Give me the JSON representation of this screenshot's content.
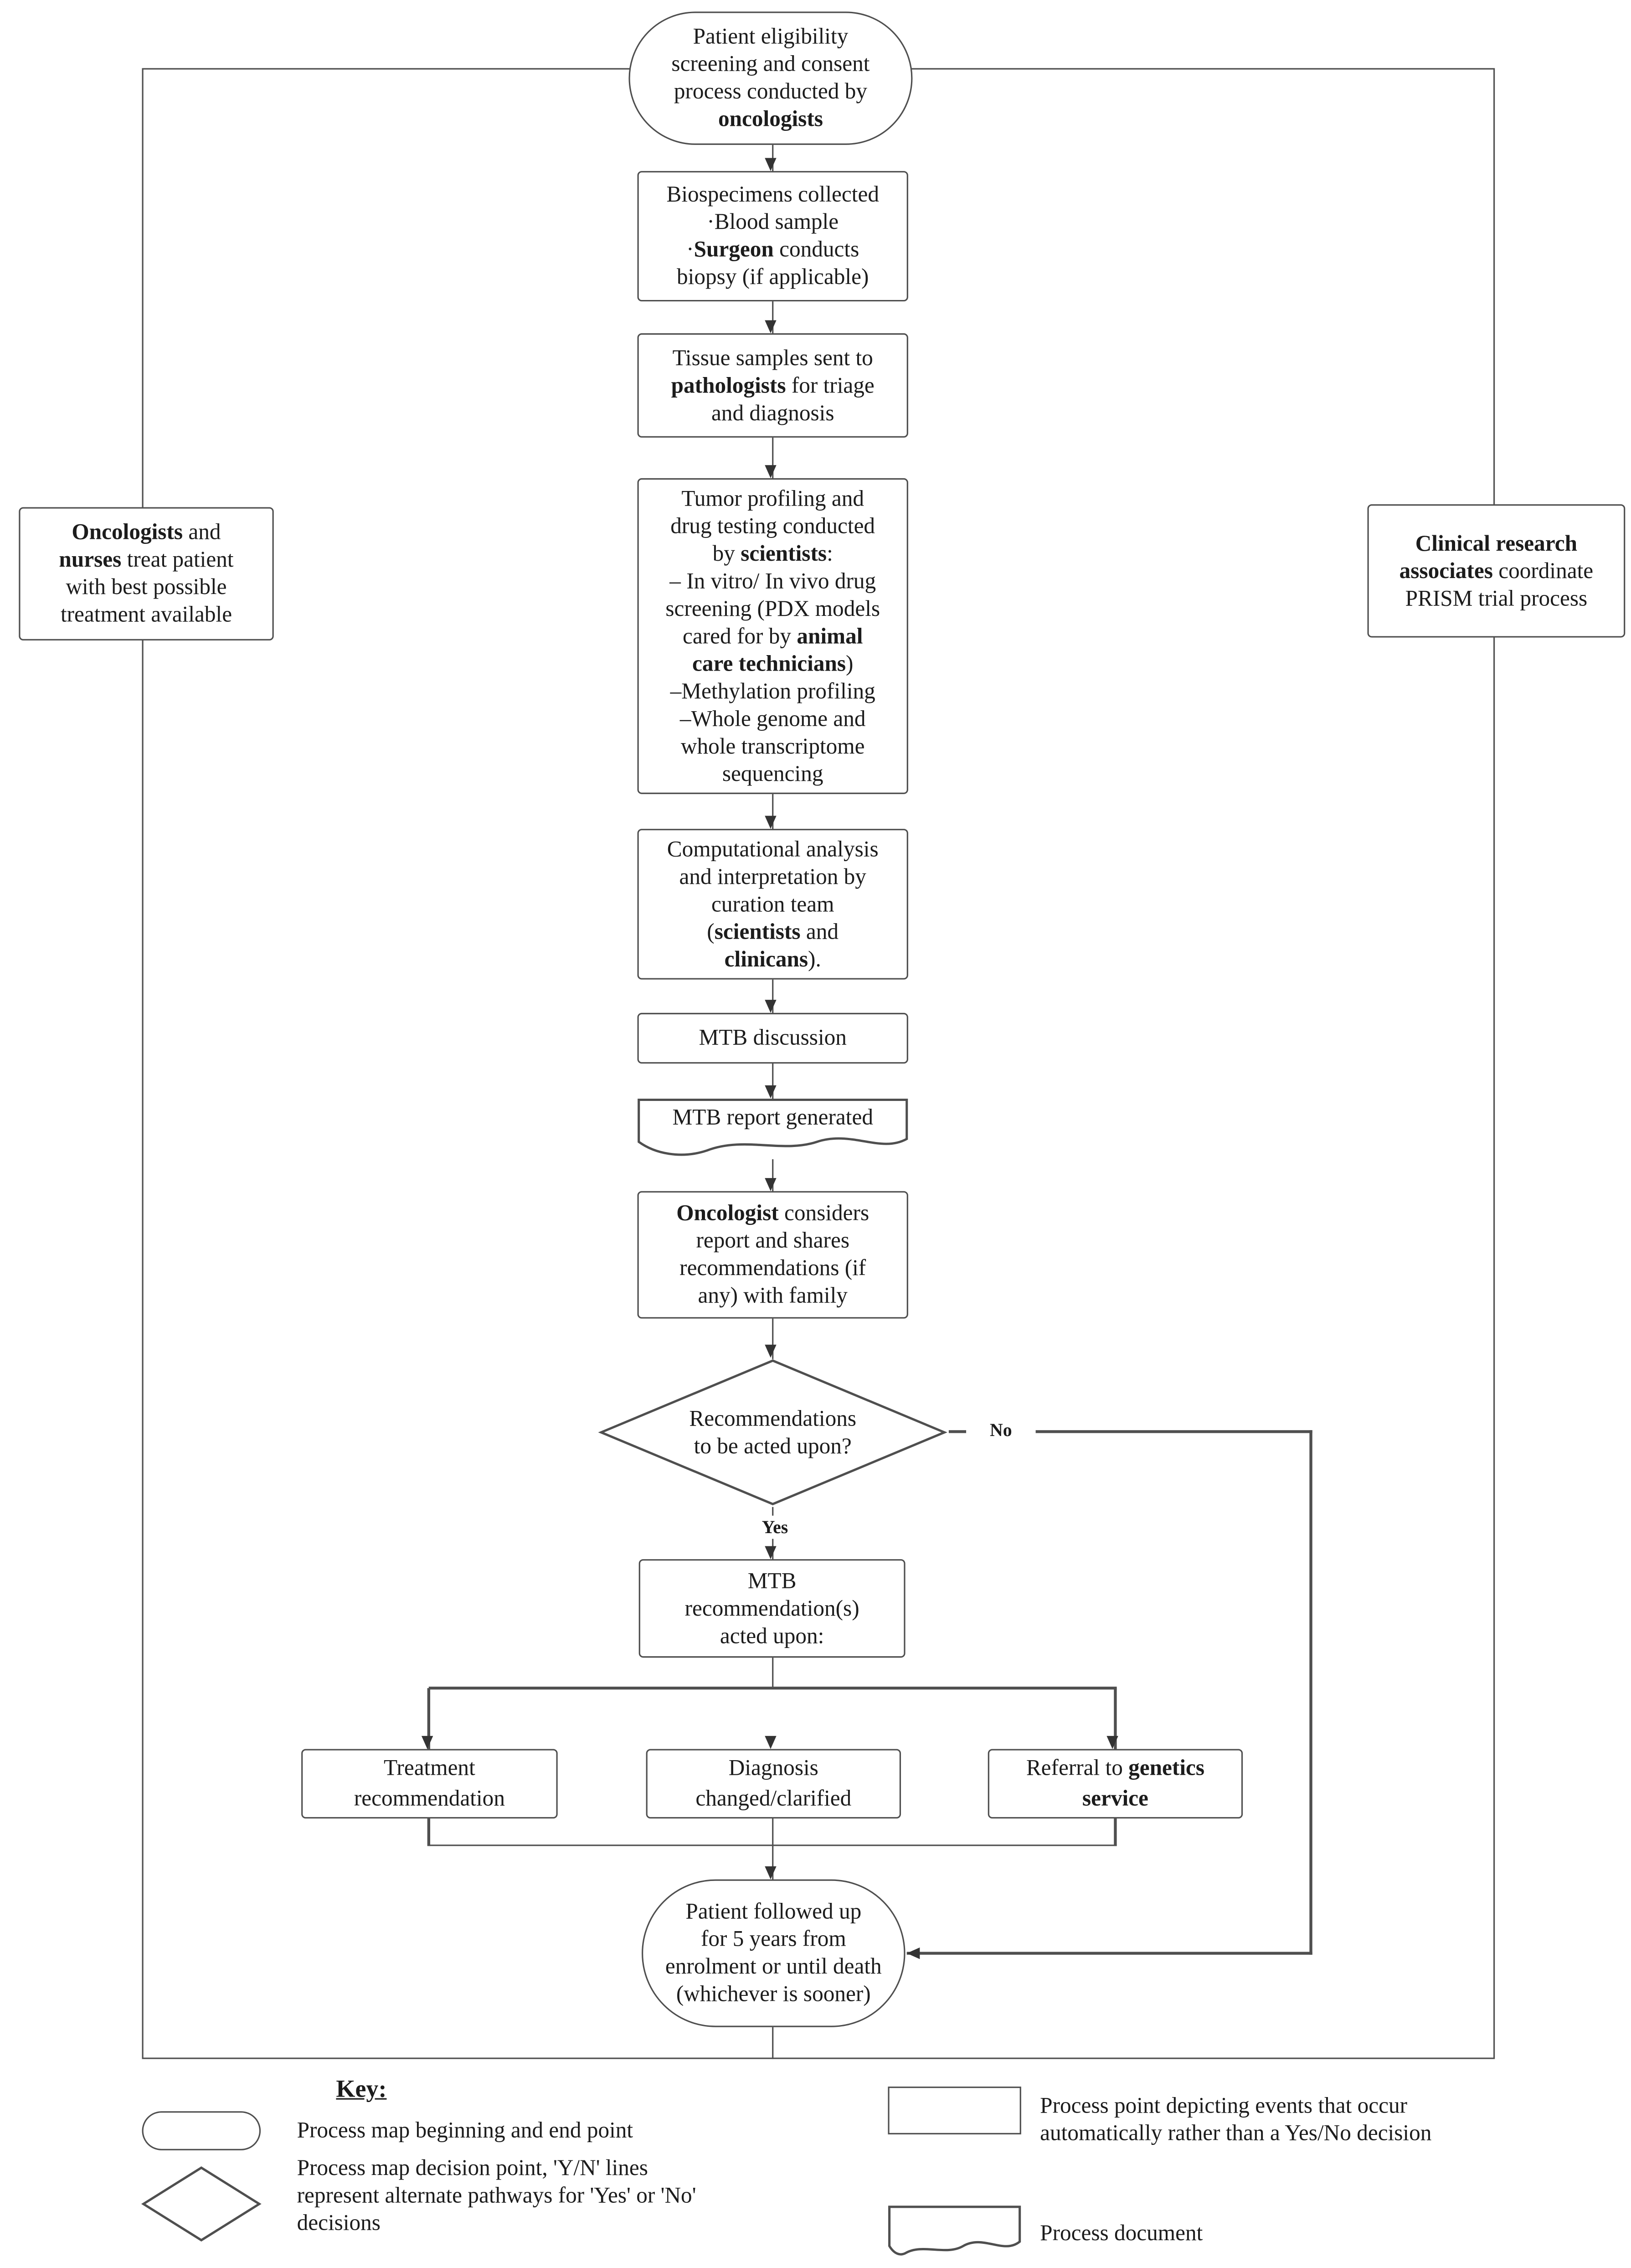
{
  "colors": {
    "line": "#4f4f4f",
    "text": "#1c1c1c",
    "background": "#ffffff",
    "arrow": "#333333"
  },
  "nodes": {
    "start": {
      "shape": "terminator",
      "lines": [
        [
          "Patient eligibility"
        ],
        [
          "screening and consent"
        ],
        [
          "process conducted by"
        ],
        [
          {
            "t": "oncologists",
            "b": true
          }
        ]
      ]
    },
    "biospecimens": {
      "shape": "process",
      "lines": [
        [
          "Biospecimens collected"
        ],
        [
          "·Blood sample"
        ],
        [
          "·",
          {
            "t": "Surgeon",
            "b": true
          },
          " conducts"
        ],
        [
          "biopsy (if applicable)"
        ]
      ]
    },
    "tissue": {
      "shape": "process",
      "lines": [
        [
          "Tissue samples sent to"
        ],
        [
          {
            "t": "pathologists",
            "b": true
          },
          " for triage"
        ],
        [
          "and diagnosis"
        ]
      ]
    },
    "tumor": {
      "shape": "process",
      "lines": [
        [
          "Tumor profiling and"
        ],
        [
          "drug testing conducted"
        ],
        [
          "by ",
          {
            "t": "scientists",
            "b": true
          },
          ":"
        ],
        [
          "– In vitro/ In vivo drug"
        ],
        [
          "screening (PDX models"
        ],
        [
          "cared for by ",
          {
            "t": "animal",
            "b": true
          }
        ],
        [
          {
            "t": "care technicians",
            "b": true
          },
          ")"
        ],
        [
          "–Methylation profiling"
        ],
        [
          "–Whole genome and"
        ],
        [
          "whole transcriptome"
        ],
        [
          "sequencing"
        ]
      ]
    },
    "computational": {
      "shape": "process",
      "lines": [
        [
          "Computational analysis"
        ],
        [
          "and interpretation by"
        ],
        [
          "curation team"
        ],
        [
          "(",
          {
            "t": "scientists",
            "b": true
          },
          " and"
        ],
        [
          {
            "t": "clinicans",
            "b": true
          },
          ")."
        ]
      ]
    },
    "mtb_discussion": {
      "shape": "process",
      "lines": [
        [
          "MTB discussion"
        ]
      ]
    },
    "mtb_report": {
      "shape": "document",
      "lines": [
        [
          "MTB report generated"
        ]
      ]
    },
    "oncologist_considers": {
      "shape": "process",
      "lines": [
        [
          {
            "t": "Oncologist",
            "b": true
          },
          " considers"
        ],
        [
          "report and shares"
        ],
        [
          "recommendations (if"
        ],
        [
          "any) with family"
        ]
      ]
    },
    "decision": {
      "shape": "decision",
      "lines": [
        [
          "Recommendations"
        ],
        [
          "to be acted upon?"
        ]
      ]
    },
    "mtb_recommendation": {
      "shape": "process",
      "lines": [
        [
          "MTB"
        ],
        [
          "recommendation(s)"
        ],
        [
          "acted upon:"
        ]
      ]
    },
    "treatment": {
      "shape": "process",
      "lines": [
        [
          "Treatment"
        ],
        [
          "recommendation"
        ]
      ]
    },
    "diagnosis": {
      "shape": "process",
      "lines": [
        [
          "Diagnosis"
        ],
        [
          "changed/clarified"
        ]
      ]
    },
    "referral": {
      "shape": "process",
      "lines": [
        [
          "Referral to ",
          {
            "t": "genetics",
            "b": true
          }
        ],
        [
          {
            "t": "service",
            "b": true
          }
        ]
      ]
    },
    "end": {
      "shape": "terminator",
      "lines": [
        [
          "Patient followed up"
        ],
        [
          "for 5 years from"
        ],
        [
          "enrolment or until death"
        ],
        [
          "(whichever is sooner)"
        ]
      ]
    },
    "oncologists_nurses": {
      "shape": "process",
      "lines": [
        [
          {
            "t": "Oncologists",
            "b": true
          },
          " and"
        ],
        [
          {
            "t": "nurses",
            "b": true
          },
          " treat patient"
        ],
        [
          "with best possible"
        ],
        [
          "treatment available"
        ]
      ]
    },
    "clinical_research": {
      "shape": "process",
      "lines": [
        [
          {
            "t": "Clinical research",
            "b": true
          }
        ],
        [
          {
            "t": "associates",
            "b": true
          },
          " coordinate"
        ],
        [
          "PRISM trial process"
        ]
      ]
    }
  },
  "edge_labels": {
    "yes": "Yes",
    "no": "No"
  },
  "key": {
    "title": "Key:",
    "items": [
      {
        "icon": "terminator-icon",
        "label": [
          [
            "Process map beginning and end point"
          ]
        ]
      },
      {
        "icon": "decision-icon",
        "label": [
          [
            "Process map decision point, 'Y/N' lines"
          ],
          [
            "represent alternate pathways for 'Yes' or 'No'"
          ],
          [
            "decisions"
          ]
        ]
      },
      {
        "icon": "process-icon",
        "label": [
          [
            "Process point depicting events that occur"
          ],
          [
            "automatically rather than a Yes/No decision"
          ]
        ]
      },
      {
        "icon": "document-icon",
        "label": [
          [
            "Process document"
          ]
        ]
      }
    ]
  }
}
